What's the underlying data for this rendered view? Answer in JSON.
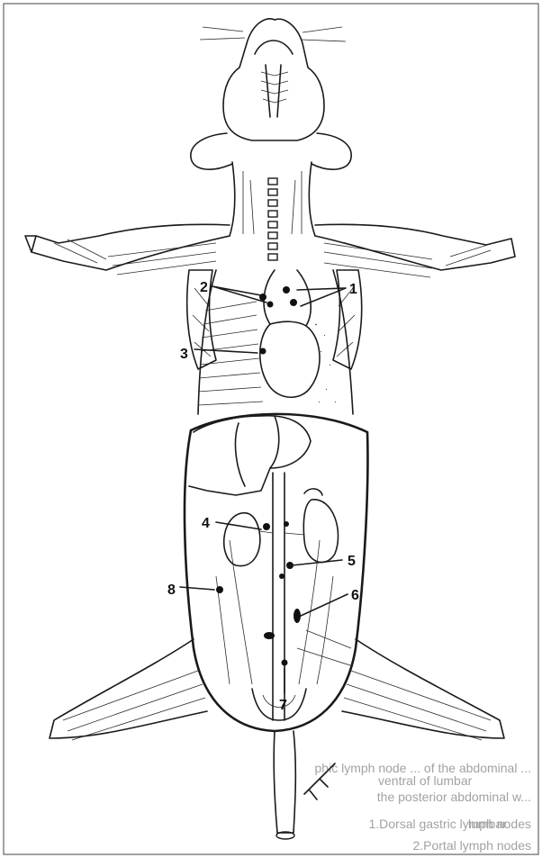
{
  "figure": {
    "labels": [
      {
        "id": "1",
        "text": "1"
      },
      {
        "id": "2",
        "text": "2"
      },
      {
        "id": "3",
        "text": "3"
      },
      {
        "id": "4",
        "text": "4"
      },
      {
        "id": "5",
        "text": "5"
      },
      {
        "id": "6",
        "text": "6"
      },
      {
        "id": "7",
        "text": "7"
      },
      {
        "id": "8",
        "text": "8"
      }
    ]
  },
  "caption": {
    "line1": "phic lymph node ... of the abdominal ...",
    "line2": "the posterior abdominal w...",
    "line3": "1.Dorsal gastric lymph nodes",
    "line4": "2.Portal lymph nodes",
    "mirror1": "ventral of lumbar",
    "mirror2": "lumbar"
  }
}
